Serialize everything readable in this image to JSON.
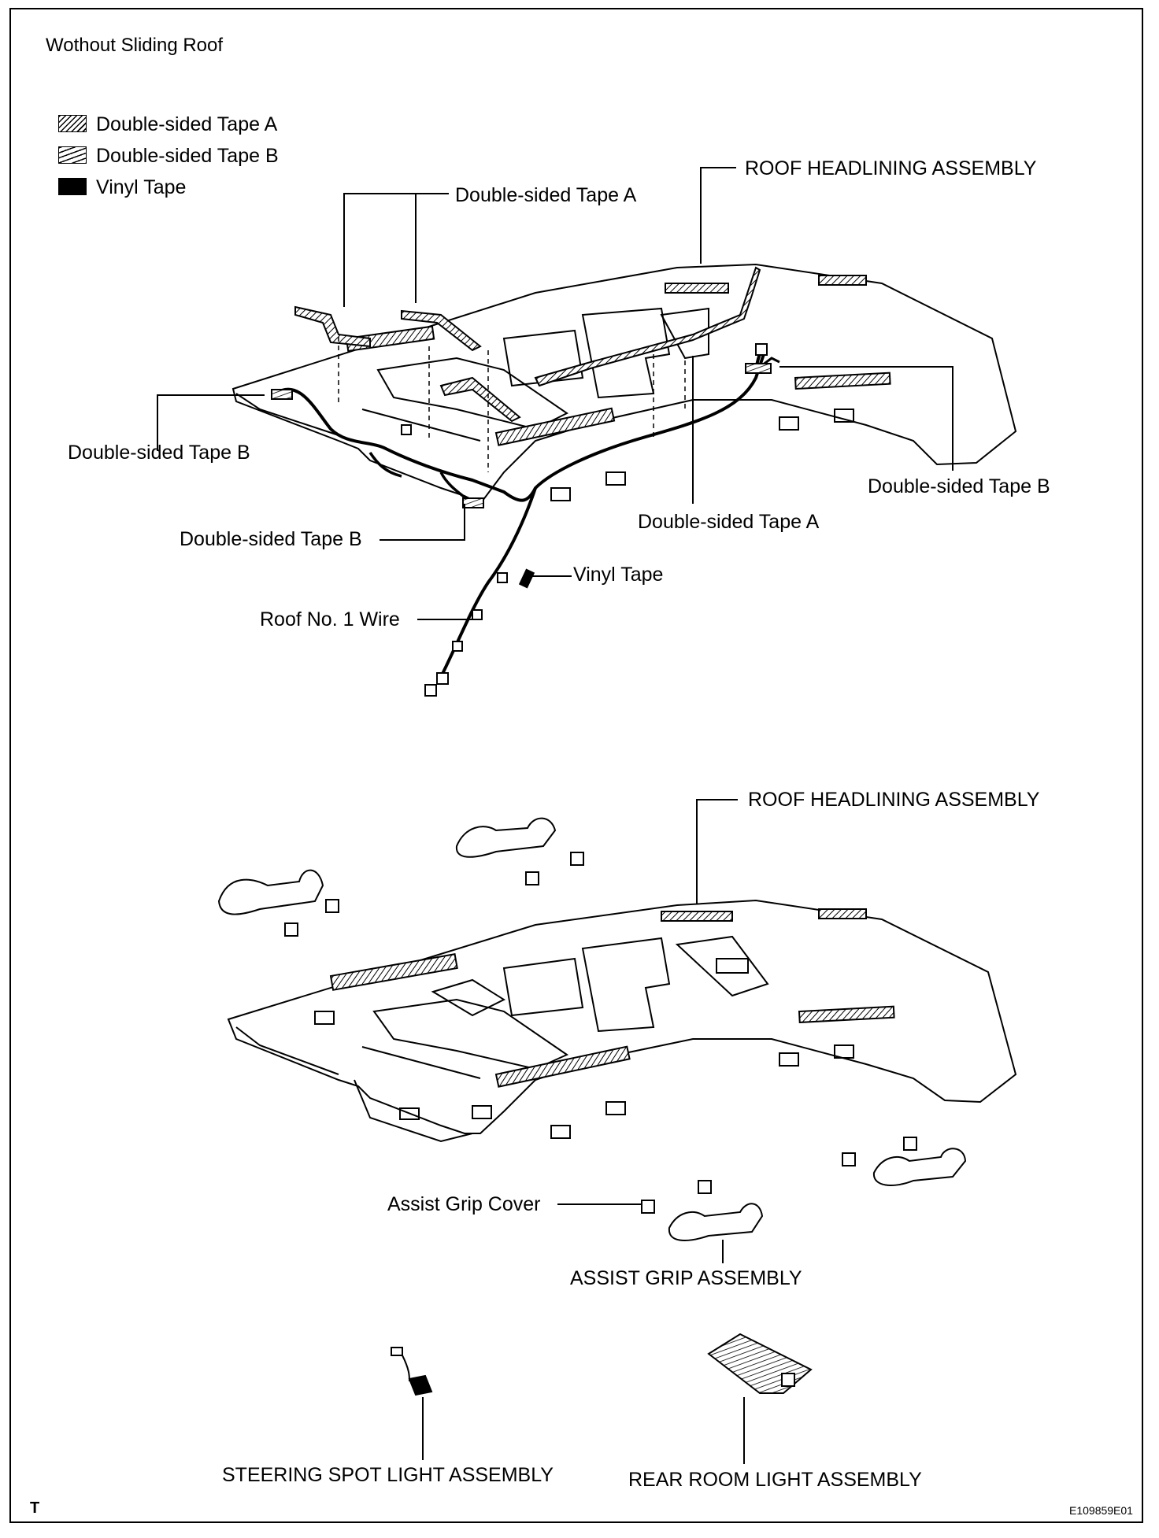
{
  "title": "Wothout Sliding Roof",
  "legend": [
    {
      "label": "Double-sided Tape A",
      "pattern": "hatch-a"
    },
    {
      "label": "Double-sided Tape B",
      "pattern": "hatch-b"
    },
    {
      "label": "Vinyl Tape",
      "pattern": "solid"
    }
  ],
  "top_diagram": {
    "roof_headlining": "ROOF HEADLINING ASSEMBLY",
    "tape_a_top": "Double-sided Tape A",
    "tape_b_left": "Double-sided Tape B",
    "tape_b_right": "Double-sided Tape B",
    "tape_a_center": "Double-sided Tape A",
    "tape_b_lower": "Double-sided Tape B",
    "vinyl_tape": "Vinyl Tape",
    "roof_wire": "Roof No. 1 Wire"
  },
  "bottom_diagram": {
    "roof_headlining": "ROOF HEADLINING ASSEMBLY",
    "assist_grip_cover": "Assist Grip Cover",
    "assist_grip_assembly": "ASSIST GRIP ASSEMBLY",
    "steering_spot_light": "STEERING SPOT LIGHT ASSEMBLY",
    "rear_room_light": "REAR ROOM LIGHT ASSEMBLY"
  },
  "footer": {
    "letter": "T",
    "code": "E109859E01"
  },
  "colors": {
    "line": "#000000",
    "background": "#ffffff",
    "panel_fill": "#ffffff"
  }
}
